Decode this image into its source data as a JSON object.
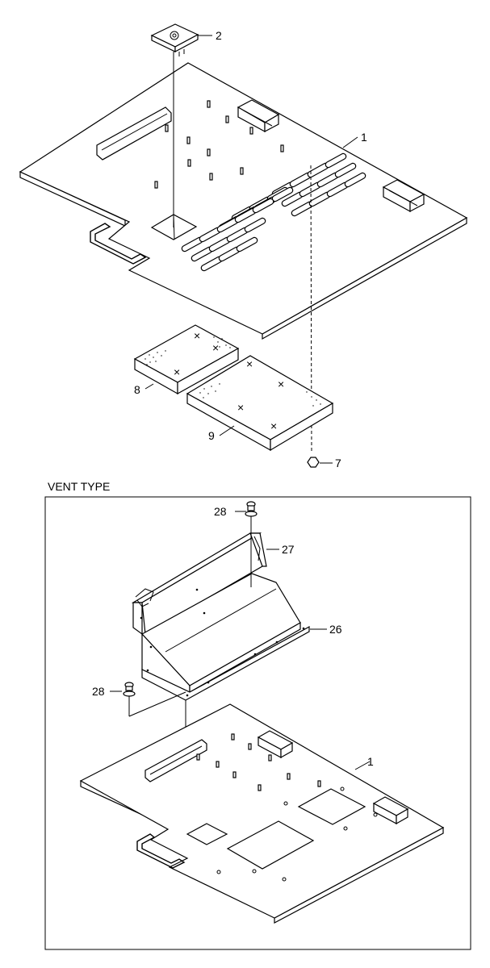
{
  "section_title": "VENT TYPE",
  "callouts": {
    "top_part_2": "2",
    "top_part_1": "1",
    "top_part_8": "8",
    "top_part_9": "9",
    "top_part_7": "7",
    "vent_part_28_upper": "28",
    "vent_part_27": "27",
    "vent_part_26": "26",
    "vent_part_28_lower": "28",
    "vent_part_1": "1"
  }
}
